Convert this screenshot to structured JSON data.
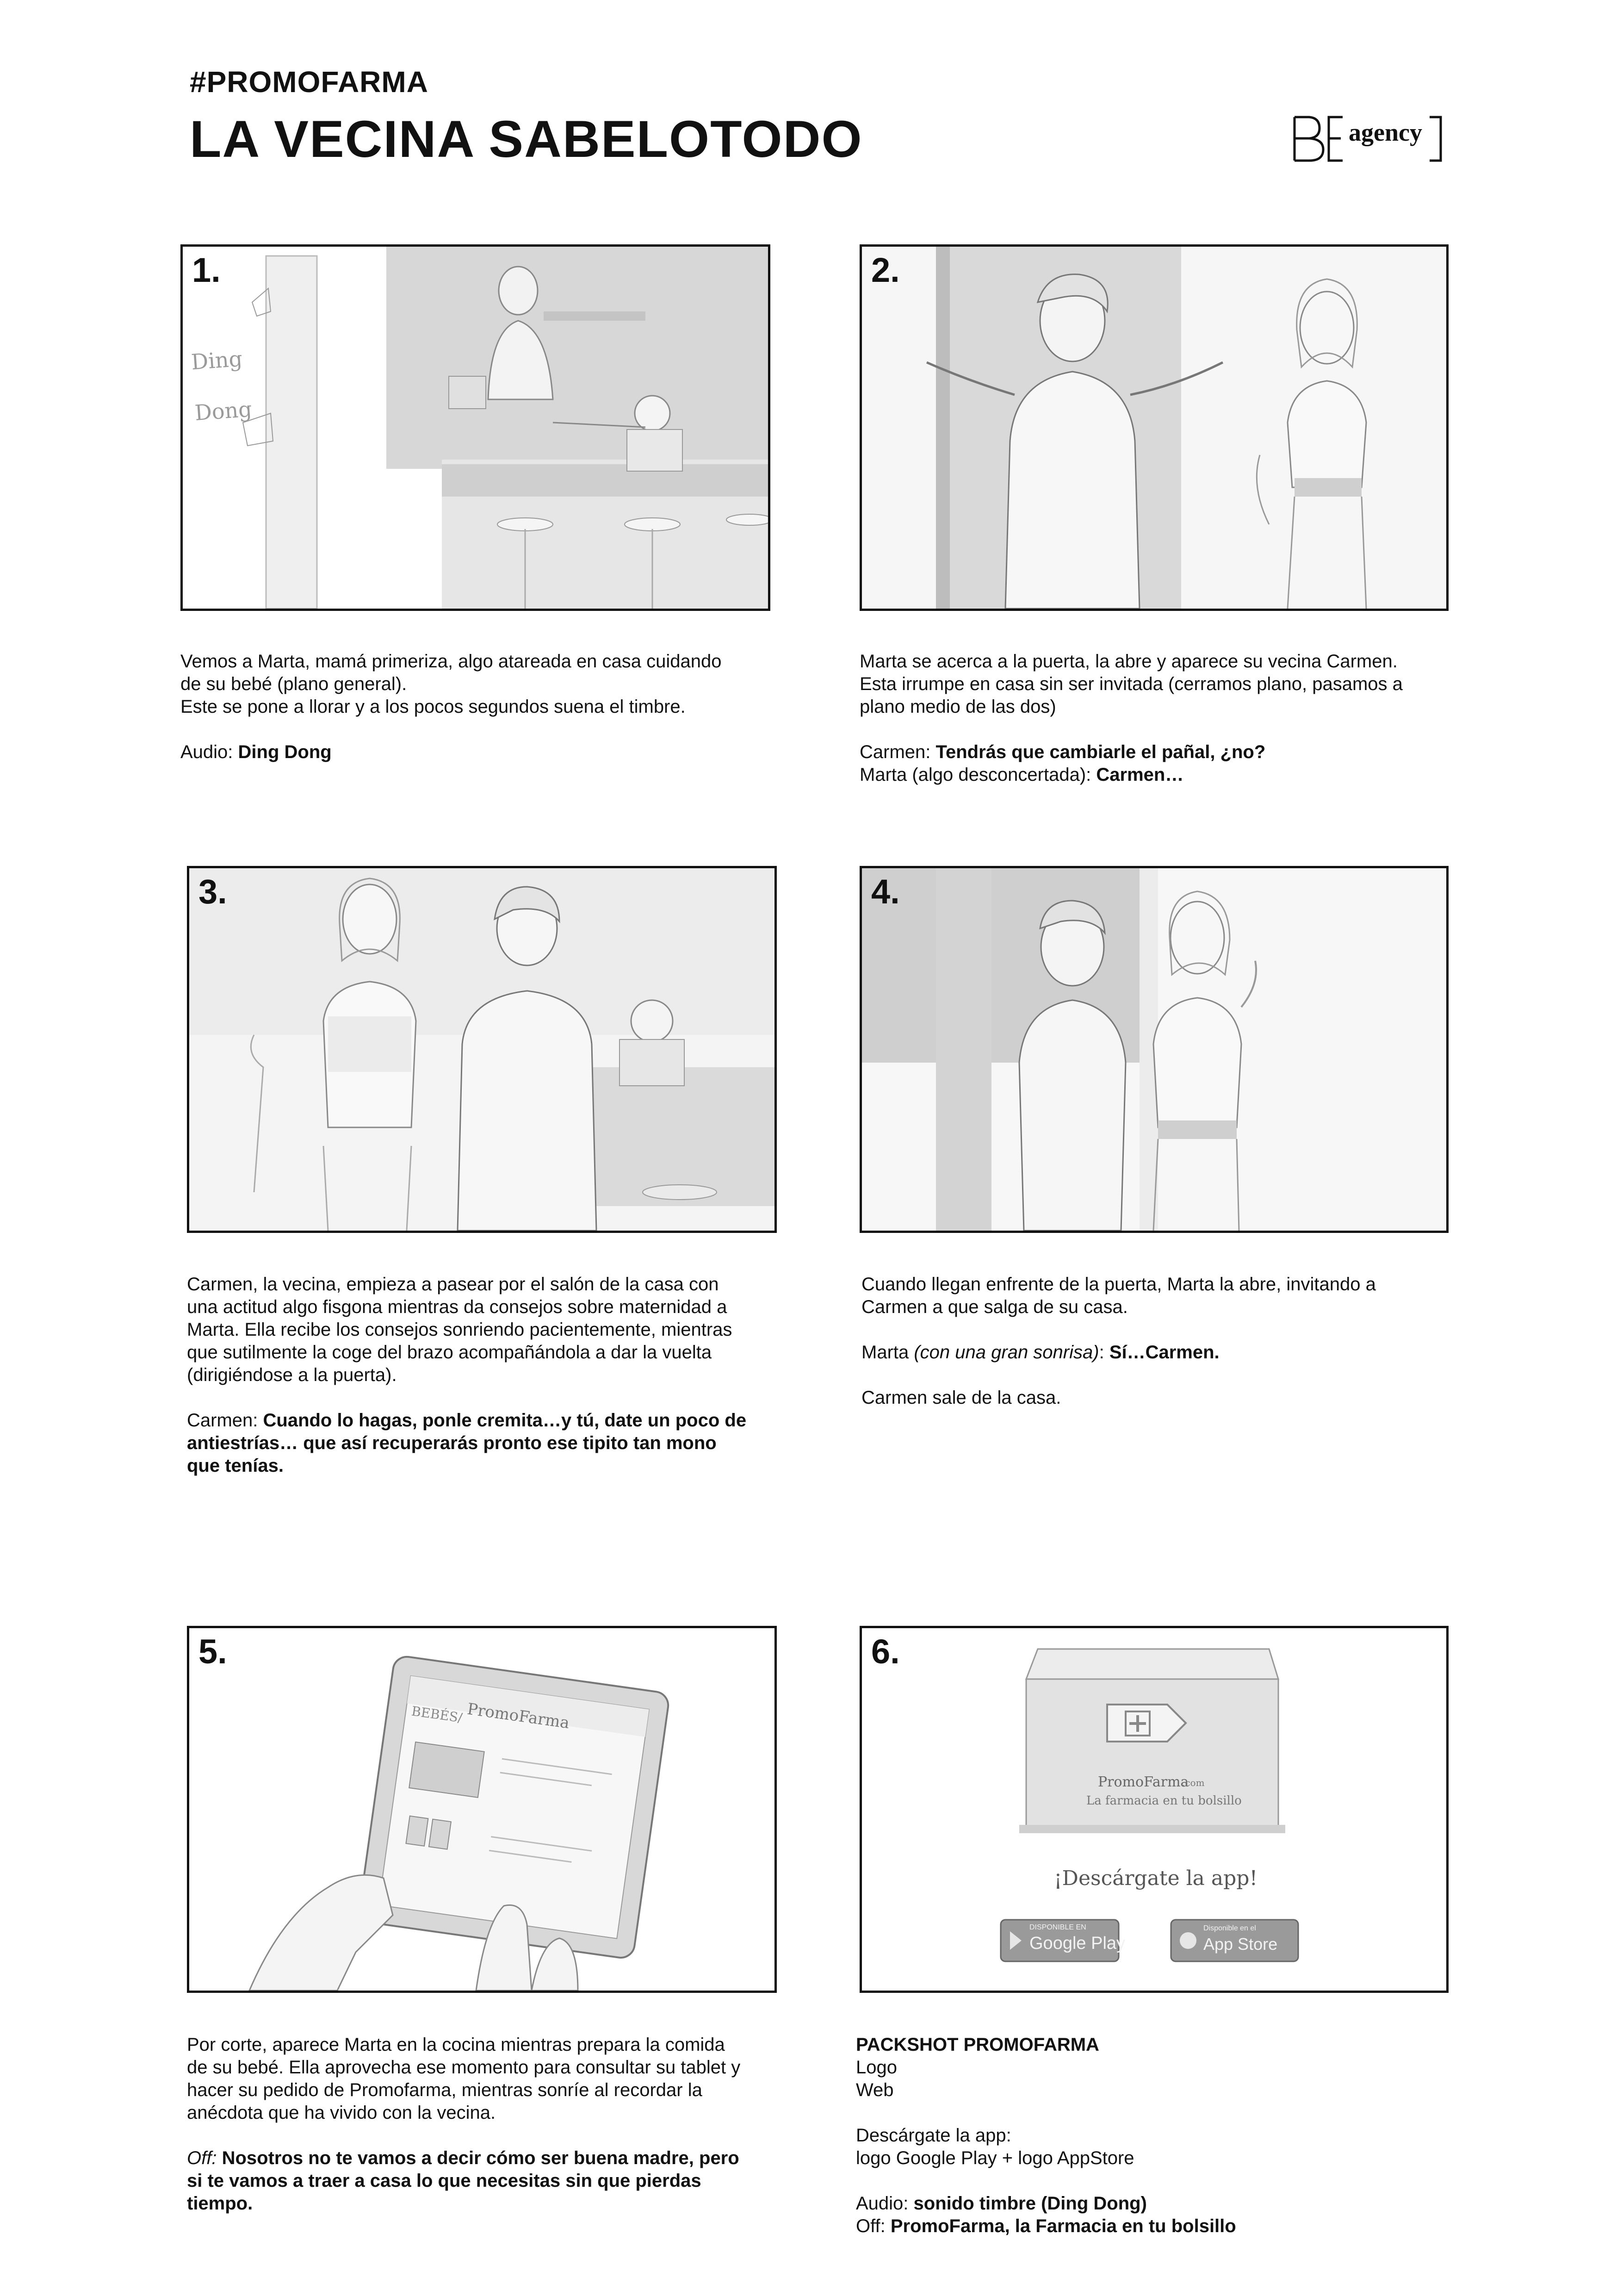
{
  "header": {
    "hashtag": "#PROMOFARMA",
    "title": "LA VECINA SABELOTODO",
    "logo_text": "agency"
  },
  "frames": [
    {
      "number": "1.",
      "onomatopoeia": [
        "Ding",
        "Dong"
      ],
      "desc": {
        "p1": "Vemos a Marta, mamá primeriza, algo atareada en casa cuidando de su bebé (plano general).",
        "p2": "Este se pone a llorar y a los pocos segundos suena el timbre.",
        "audio_label": "Audio: ",
        "audio_value": "Ding Dong"
      }
    },
    {
      "number": "2.",
      "desc": {
        "p1": "Marta se acerca a la puerta, la abre y aparece su vecina Carmen. Esta irrumpe en casa sin ser invitada (cerramos plano, pasamos a plano medio de las dos)",
        "carmen_label": "Carmen: ",
        "carmen_line": "Tendrás que cambiarle el pañal, ¿no?",
        "marta_label": "Marta (algo desconcertada): ",
        "marta_line": "Carmen…"
      }
    },
    {
      "number": "3.",
      "desc": {
        "p1": "Carmen, la vecina, empieza a pasear por el salón de la casa con una actitud algo fisgona mientras da consejos sobre maternidad a Marta. Ella recibe los consejos sonriendo pacientemente, mientras que sutilmente la coge del brazo acompañándola a dar la vuelta (dirigiéndose a la puerta).",
        "carmen_label": "Carmen: ",
        "carmen_line": "Cuando lo hagas, ponle cremita…y tú, date un poco de antiestrías… que así recuperarás pronto ese tipito tan mono que tenías."
      }
    },
    {
      "number": "4.",
      "desc": {
        "p1": "Cuando llegan enfrente de la puerta, Marta la abre, invitando a Carmen a que salga de su casa.",
        "marta_label": "Marta ",
        "marta_paren": "(con una gran sonrisa)",
        "marta_colon": ": ",
        "marta_line": "Sí…Carmen.",
        "p3": "Carmen sale de la casa."
      }
    },
    {
      "number": "5.",
      "tablet_brand": "PromoFarma",
      "tablet_section": "BEBÉS/",
      "desc": {
        "p1": "Por corte, aparece Marta en la cocina mientras prepara la comida de su bebé. Ella aprovecha ese momento para consultar su tablet y hacer su pedido de Promofarma, mientras sonríe al recordar la anécdota que ha vivido con la vecina.",
        "off_label": "Off: ",
        "off_line": "Nosotros no te vamos a decir cómo ser buena madre, pero si te vamos a traer a casa lo que necesitas sin que pierdas tiempo."
      }
    },
    {
      "number": "6.",
      "box_brand": "PromoFarma",
      "box_com": ".com",
      "box_tagline": "La farmacia en tu bolsillo",
      "download_text": "¡Descárgate la app!",
      "google_top": "DISPONIBLE EN",
      "google_label": "Google Play",
      "apple_top": "Disponible en el",
      "apple_label": "App Store",
      "desc": {
        "heading": "PACKSHOT PROMOFARMA",
        "line1": "Logo",
        "line2": "Web",
        "download_line1": "Descárgate la app:",
        "download_line2": "logo Google Play + logo AppStore",
        "audio_label": "Audio: ",
        "audio_value": "sonido timbre (Ding Dong)",
        "off_label": "Off: ",
        "off_value": "PromoFarma, la Farmacia en tu bolsillo"
      }
    }
  ]
}
